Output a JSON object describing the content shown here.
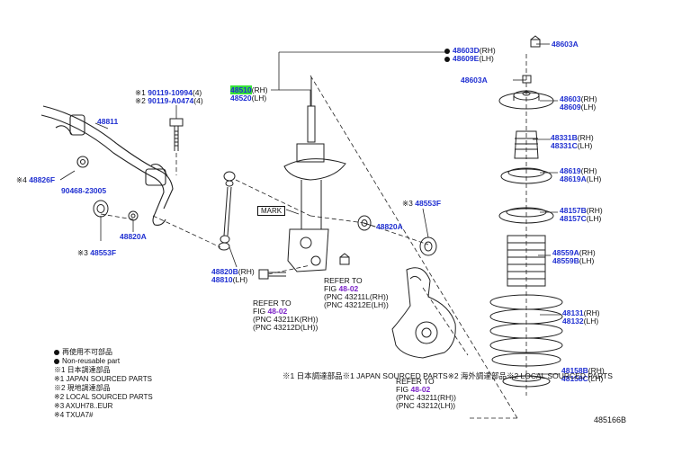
{
  "diagram_code": "485166B",
  "parts": {
    "p48603D": "48603D",
    "p48603D_side": "(RH)",
    "p48609E": "48609E",
    "p48609E_side": "(LH)",
    "p48603A_top": "48603A",
    "p48603A_left": "48603A",
    "p48510": "48510",
    "p48510_side": "(RH)",
    "p48520": "48520",
    "p48520_side": "(LH)",
    "p48603": "48603",
    "p48603_side": "(RH)",
    "p48609": "48609",
    "p48609_side": "(LH)",
    "p48331B": "48331B",
    "p48331B_side": "(RH)",
    "p48331C": "48331C",
    "p48331C_side": "(LH)",
    "p48619": "48619",
    "p48619_side": "(RH)",
    "p48619A": "48619A",
    "p48619A_side": "(LH)",
    "p48157B": "48157B",
    "p48157B_side": "(RH)",
    "p48157C": "48157C",
    "p48157C_side": "(LH)",
    "p48559A": "48559A",
    "p48559A_side": "(RH)",
    "p48559B": "48559B",
    "p48559B_side": "(LH)",
    "p48131": "48131",
    "p48131_side": "(RH)",
    "p48132": "48132",
    "p48132_side": "(LH)",
    "p48158B": "48158B",
    "p48158B_side": "(RH)",
    "p48158C": "48158C",
    "p48158C_side": "(LH)",
    "p48811": "48811",
    "p48826F_mark": "※4",
    "p48826F": "48826F",
    "p90468": "90468-23005",
    "p48553F_left_mark": "※3",
    "p48553F_left": "48553F",
    "p48553F_right_mark": "※3",
    "p48553F_right": "48553F",
    "p48820A_left": "48820A",
    "p48820A_right": "48820A",
    "p48820B": "48820B",
    "p48820B_side": "(RH)",
    "p48810": "48810",
    "p48810_side": "(LH)",
    "bolt1_mark": "※1",
    "bolt1": "90119-10994",
    "bolt1_qty": "(4)",
    "bolt2_mark": "※2",
    "bolt2": "90119-A0474",
    "bolt2_qty": "(4)"
  },
  "mark_label": "MARK",
  "refs": {
    "ref1": {
      "prefix": "REFER TO",
      "fig_label": "FIG",
      "fig": "48-02",
      "line1": "(PNC 43211K(RH))",
      "line2": "(PNC 43212D(LH))"
    },
    "ref2": {
      "prefix": "REFER TO",
      "fig_label": "FIG",
      "fig": "48-02",
      "line1": "(PNC 43211L(RH))",
      "line2": "(PNC 43212E(LH))"
    },
    "ref3": {
      "prefix": "REFER TO",
      "fig_label": "FIG",
      "fig": "48-02",
      "line1": "(PNC 43211(RH))",
      "line2": "(PNC 43212(LH))"
    }
  },
  "overlap_text": "※1 日本調達部品※1 JAPAN SOURCED PARTS※2 海外調達部品※2 LOCAL SOURCED PARTS",
  "legend": {
    "l1": "再使用不可部品",
    "l2": "Non-reusable part",
    "l3": "※1 日本調達部品",
    "l4": "※1 JAPAN SOURCED PARTS",
    "l5": "※2 現地調達部品",
    "l6": "※2 LOCAL SOURCED PARTS",
    "l7": "※3 AXUH78..EUR",
    "l8": "※4 TXUA7#"
  }
}
